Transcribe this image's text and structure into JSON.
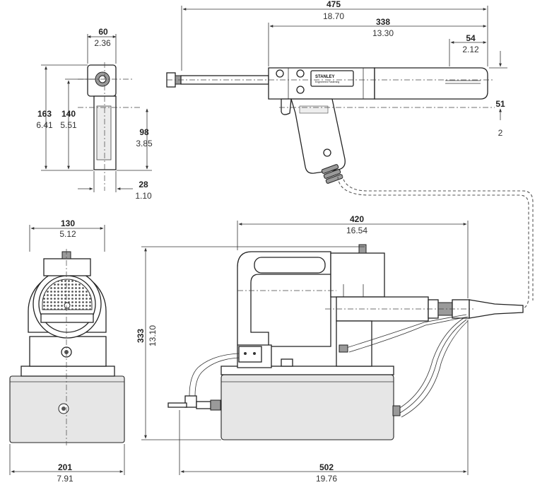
{
  "brand": {
    "name": "STANLEY",
    "tagline": "Engineered Fastening"
  },
  "dimensions": {
    "handle_width": {
      "mm": "60",
      "in": "2.36"
    },
    "overall_height": {
      "mm": "163",
      "in": "6.41"
    },
    "head_height": {
      "mm": "140",
      "in": "5.51"
    },
    "grip_height": {
      "mm": "98",
      "in": "3.85"
    },
    "grip_width": {
      "mm": "28",
      "in": "1.10"
    },
    "tool_length": {
      "mm": "475",
      "in": "18.70"
    },
    "body_length": {
      "mm": "338",
      "in": "13.30"
    },
    "rear_length": {
      "mm": "54",
      "in": "2.12"
    },
    "rear_height": {
      "mm": "51",
      "in": "2"
    },
    "pump_depth": {
      "mm": "130",
      "in": "5.12"
    },
    "pump_height": {
      "mm": "333",
      "in": "13.10"
    },
    "pump_frame_length": {
      "mm": "420",
      "in": "16.54"
    },
    "base_width": {
      "mm": "201",
      "in": "7.91"
    },
    "overall_length": {
      "mm": "502",
      "in": "19.76"
    }
  }
}
